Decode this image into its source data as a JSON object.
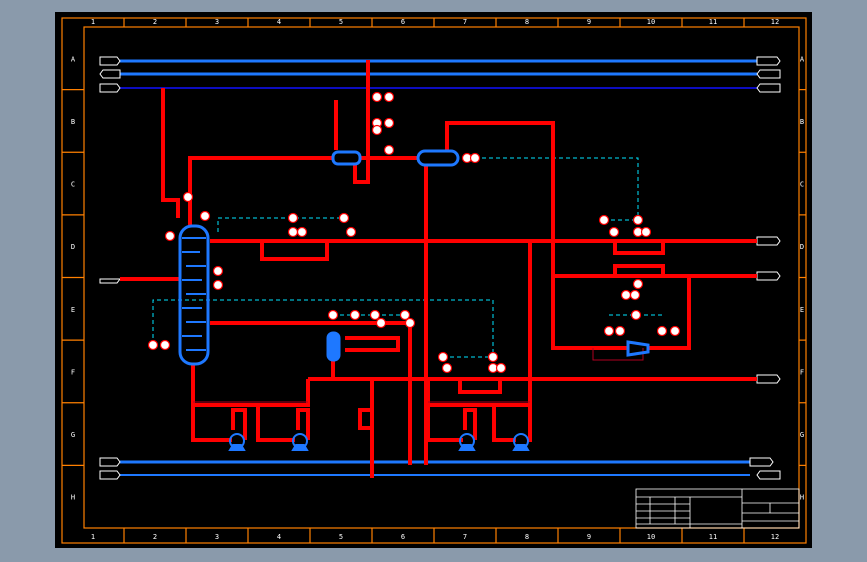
{
  "drawing": {
    "columns": [
      "1",
      "2",
      "3",
      "4",
      "5",
      "6",
      "7",
      "8",
      "9",
      "10",
      "11",
      "12"
    ],
    "rows": [
      "A",
      "B",
      "C",
      "D",
      "E",
      "F",
      "G",
      "H"
    ]
  },
  "colors": {
    "background": "#000000",
    "frame": "#ff8000",
    "process_pipe": "#ff0000",
    "utility_line": "#1e78ff",
    "control_signal": "#00e5ff",
    "equipment": "#1e78ff"
  }
}
